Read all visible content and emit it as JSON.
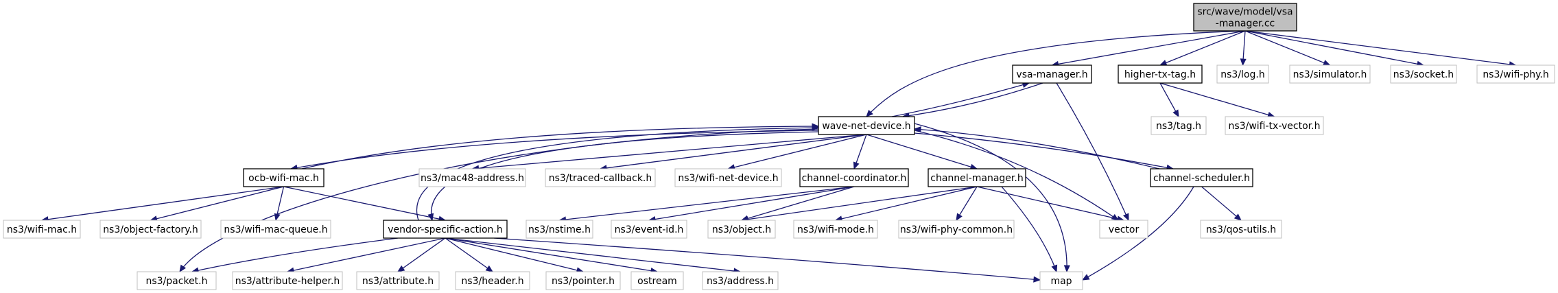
{
  "colors": {
    "edge": "#191970",
    "box_border_project": "#000000",
    "box_border_external": "#bfbfbf",
    "root_fill": "#bfbfbf",
    "box_fill": "#ffffff"
  },
  "nodes": [
    {
      "id": "root",
      "lines": [
        "src/wave/model/vsa",
        "-manager.cc"
      ],
      "kind": "root"
    },
    {
      "id": "vsa_manager_h",
      "lines": [
        "vsa-manager.h"
      ],
      "kind": "project"
    },
    {
      "id": "higher_tx_tag_h",
      "lines": [
        "higher-tx-tag.h"
      ],
      "kind": "project"
    },
    {
      "id": "ns3_log_h",
      "lines": [
        "ns3/log.h"
      ],
      "kind": "external"
    },
    {
      "id": "ns3_simulator_h",
      "lines": [
        "ns3/simulator.h"
      ],
      "kind": "external"
    },
    {
      "id": "ns3_socket_h",
      "lines": [
        "ns3/socket.h"
      ],
      "kind": "external"
    },
    {
      "id": "ns3_wifi_phy_h",
      "lines": [
        "ns3/wifi-phy.h"
      ],
      "kind": "external"
    },
    {
      "id": "wave_net_device_h",
      "lines": [
        "wave-net-device.h"
      ],
      "kind": "project"
    },
    {
      "id": "ns3_tag_h",
      "lines": [
        "ns3/tag.h"
      ],
      "kind": "external"
    },
    {
      "id": "ns3_wifi_tx_vector_h",
      "lines": [
        "ns3/wifi-tx-vector.h"
      ],
      "kind": "external"
    },
    {
      "id": "ocb_wifi_mac_h",
      "lines": [
        "ocb-wifi-mac.h"
      ],
      "kind": "project"
    },
    {
      "id": "ns3_mac48_address_h",
      "lines": [
        "ns3/mac48-address.h"
      ],
      "kind": "external"
    },
    {
      "id": "ns3_traced_callback_h",
      "lines": [
        "ns3/traced-callback.h"
      ],
      "kind": "external"
    },
    {
      "id": "ns3_wifi_net_device_h",
      "lines": [
        "ns3/wifi-net-device.h"
      ],
      "kind": "external"
    },
    {
      "id": "channel_coordinator_h",
      "lines": [
        "channel-coordinator.h"
      ],
      "kind": "project"
    },
    {
      "id": "channel_manager_h",
      "lines": [
        "channel-manager.h"
      ],
      "kind": "project"
    },
    {
      "id": "channel_scheduler_h",
      "lines": [
        "channel-scheduler.h"
      ],
      "kind": "project"
    },
    {
      "id": "ns3_wifi_mac_h",
      "lines": [
        "ns3/wifi-mac.h"
      ],
      "kind": "external"
    },
    {
      "id": "ns3_object_factory_h",
      "lines": [
        "ns3/object-factory.h"
      ],
      "kind": "external"
    },
    {
      "id": "ns3_wifi_mac_queue_h",
      "lines": [
        "ns3/wifi-mac-queue.h"
      ],
      "kind": "external"
    },
    {
      "id": "vendor_specific_action_h",
      "lines": [
        "vendor-specific-action.h"
      ],
      "kind": "project"
    },
    {
      "id": "ns3_nstime_h",
      "lines": [
        "ns3/nstime.h"
      ],
      "kind": "external"
    },
    {
      "id": "ns3_event_id_h",
      "lines": [
        "ns3/event-id.h"
      ],
      "kind": "external"
    },
    {
      "id": "ns3_object_h",
      "lines": [
        "ns3/object.h"
      ],
      "kind": "external"
    },
    {
      "id": "ns3_wifi_mode_h",
      "lines": [
        "ns3/wifi-mode.h"
      ],
      "kind": "external"
    },
    {
      "id": "ns3_wifi_phy_common_h",
      "lines": [
        "ns3/wifi-phy-common.h"
      ],
      "kind": "external"
    },
    {
      "id": "vector",
      "lines": [
        "vector"
      ],
      "kind": "external"
    },
    {
      "id": "ns3_qos_utils_h",
      "lines": [
        "ns3/qos-utils.h"
      ],
      "kind": "external"
    },
    {
      "id": "ns3_packet_h",
      "lines": [
        "ns3/packet.h"
      ],
      "kind": "external"
    },
    {
      "id": "ns3_attribute_helper_h",
      "lines": [
        "ns3/attribute-helper.h"
      ],
      "kind": "external"
    },
    {
      "id": "ns3_attribute_h",
      "lines": [
        "ns3/attribute.h"
      ],
      "kind": "external"
    },
    {
      "id": "ns3_header_h",
      "lines": [
        "ns3/header.h"
      ],
      "kind": "external"
    },
    {
      "id": "ns3_pointer_h",
      "lines": [
        "ns3/pointer.h"
      ],
      "kind": "external"
    },
    {
      "id": "ostream",
      "lines": [
        "ostream"
      ],
      "kind": "external"
    },
    {
      "id": "ns3_address_h",
      "lines": [
        "ns3/address.h"
      ],
      "kind": "external"
    },
    {
      "id": "map",
      "lines": [
        "map"
      ],
      "kind": "external"
    }
  ],
  "edges": [
    {
      "from": "root",
      "to": "wave_net_device_h"
    },
    {
      "from": "root",
      "to": "vsa_manager_h"
    },
    {
      "from": "root",
      "to": "higher_tx_tag_h"
    },
    {
      "from": "root",
      "to": "ns3_log_h"
    },
    {
      "from": "root",
      "to": "ns3_simulator_h"
    },
    {
      "from": "root",
      "to": "ns3_socket_h"
    },
    {
      "from": "root",
      "to": "ns3_wifi_phy_h"
    },
    {
      "from": "vsa_manager_h",
      "to": "wave_net_device_h"
    },
    {
      "from": "vsa_manager_h",
      "to": "vector"
    },
    {
      "from": "higher_tx_tag_h",
      "to": "ns3_tag_h"
    },
    {
      "from": "higher_tx_tag_h",
      "to": "ns3_wifi_tx_vector_h"
    },
    {
      "from": "wave_net_device_h",
      "to": "vsa_manager_h"
    },
    {
      "from": "wave_net_device_h",
      "to": "ocb_wifi_mac_h"
    },
    {
      "from": "wave_net_device_h",
      "to": "ns3_mac48_address_h"
    },
    {
      "from": "wave_net_device_h",
      "to": "ns3_traced_callback_h"
    },
    {
      "from": "wave_net_device_h",
      "to": "ns3_wifi_net_device_h"
    },
    {
      "from": "wave_net_device_h",
      "to": "channel_coordinator_h"
    },
    {
      "from": "wave_net_device_h",
      "to": "channel_manager_h"
    },
    {
      "from": "wave_net_device_h",
      "to": "channel_scheduler_h"
    },
    {
      "from": "wave_net_device_h",
      "to": "vendor_specific_action_h"
    },
    {
      "from": "wave_net_device_h",
      "to": "ns3_packet_h"
    },
    {
      "from": "wave_net_device_h",
      "to": "vector"
    },
    {
      "from": "wave_net_device_h",
      "to": "map"
    },
    {
      "from": "ocb_wifi_mac_h",
      "to": "wave_net_device_h"
    },
    {
      "from": "ocb_wifi_mac_h",
      "to": "ns3_wifi_mac_h"
    },
    {
      "from": "ocb_wifi_mac_h",
      "to": "ns3_object_factory_h"
    },
    {
      "from": "ocb_wifi_mac_h",
      "to": "ns3_wifi_mac_queue_h"
    },
    {
      "from": "ocb_wifi_mac_h",
      "to": "vendor_specific_action_h"
    },
    {
      "from": "channel_coordinator_h",
      "to": "ns3_nstime_h"
    },
    {
      "from": "channel_coordinator_h",
      "to": "ns3_event_id_h"
    },
    {
      "from": "channel_coordinator_h",
      "to": "ns3_object_h"
    },
    {
      "from": "channel_manager_h",
      "to": "ns3_object_h"
    },
    {
      "from": "channel_manager_h",
      "to": "ns3_wifi_mode_h"
    },
    {
      "from": "channel_manager_h",
      "to": "ns3_wifi_phy_common_h"
    },
    {
      "from": "channel_manager_h",
      "to": "vector"
    },
    {
      "from": "channel_manager_h",
      "to": "map"
    },
    {
      "from": "channel_scheduler_h",
      "to": "wave_net_device_h"
    },
    {
      "from": "channel_scheduler_h",
      "to": "ns3_qos_utils_h"
    },
    {
      "from": "channel_scheduler_h",
      "to": "map"
    },
    {
      "from": "vendor_specific_action_h",
      "to": "wave_net_device_h"
    },
    {
      "from": "vendor_specific_action_h",
      "to": "ns3_packet_h"
    },
    {
      "from": "vendor_specific_action_h",
      "to": "ns3_attribute_helper_h"
    },
    {
      "from": "vendor_specific_action_h",
      "to": "ns3_attribute_h"
    },
    {
      "from": "vendor_specific_action_h",
      "to": "ns3_header_h"
    },
    {
      "from": "vendor_specific_action_h",
      "to": "ns3_pointer_h"
    },
    {
      "from": "vendor_specific_action_h",
      "to": "ostream"
    },
    {
      "from": "vendor_specific_action_h",
      "to": "ns3_address_h"
    },
    {
      "from": "vendor_specific_action_h",
      "to": "map"
    }
  ]
}
